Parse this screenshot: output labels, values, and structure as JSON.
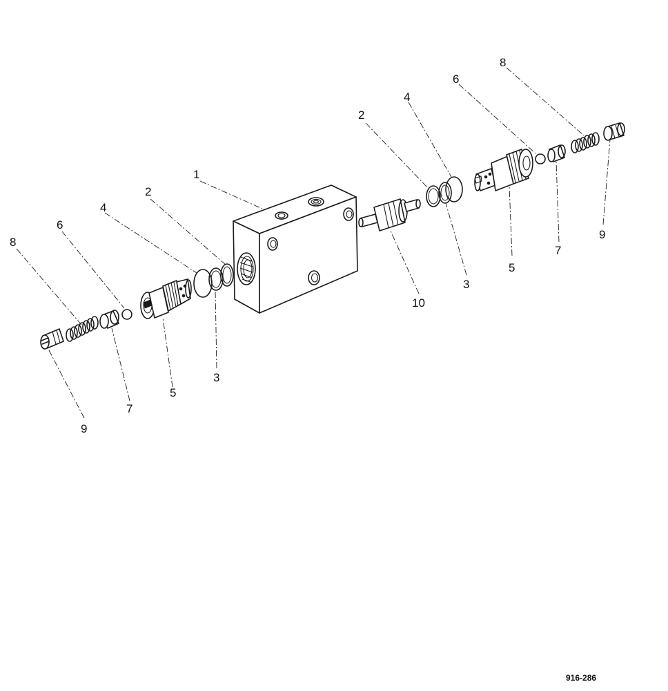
{
  "callouts": {
    "block_1": "1",
    "left_2": "2",
    "left_4": "4",
    "left_6": "6",
    "left_8": "8",
    "left_3": "3",
    "left_5": "5",
    "left_7": "7",
    "left_9": "9",
    "right_2": "2",
    "right_4": "4",
    "right_6": "6",
    "right_8": "8",
    "right_9": "9",
    "right_7": "7",
    "right_5": "5",
    "right_3": "3",
    "right_10": "10"
  },
  "reference": "916-286"
}
